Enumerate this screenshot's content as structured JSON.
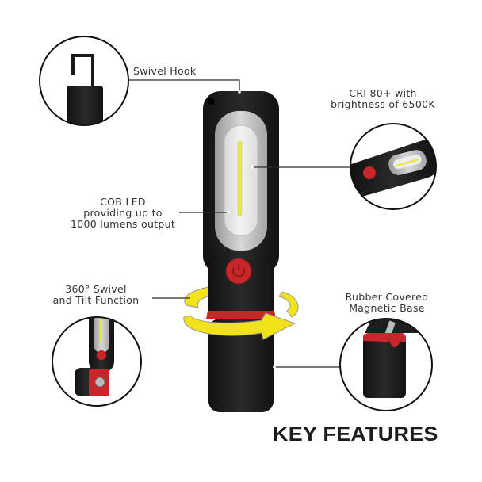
{
  "title": "KEY FEATURES",
  "features": [
    {
      "id": "swivel-hook",
      "lines": [
        "Swivel Hook"
      ]
    },
    {
      "id": "cri",
      "lines": [
        "CRI 80+ with",
        "brightness of 6500K"
      ]
    },
    {
      "id": "cob-led",
      "lines": [
        "COB LED",
        "providing up to",
        "1000 lumens output"
      ]
    },
    {
      "id": "swivel-tilt",
      "lines": [
        "360° Swivel",
        "and Tilt Function"
      ]
    },
    {
      "id": "magnetic-base",
      "lines": [
        "Rubber Covered",
        "Magnetic Base"
      ]
    }
  ],
  "colors": {
    "body_black": "#1e1e1e",
    "accent_red": "#c8262b",
    "led_yellow": "#e6e84a",
    "lens_silver": "#cfcfcf",
    "swivel_arrow_yellow": "#f2e21a"
  }
}
